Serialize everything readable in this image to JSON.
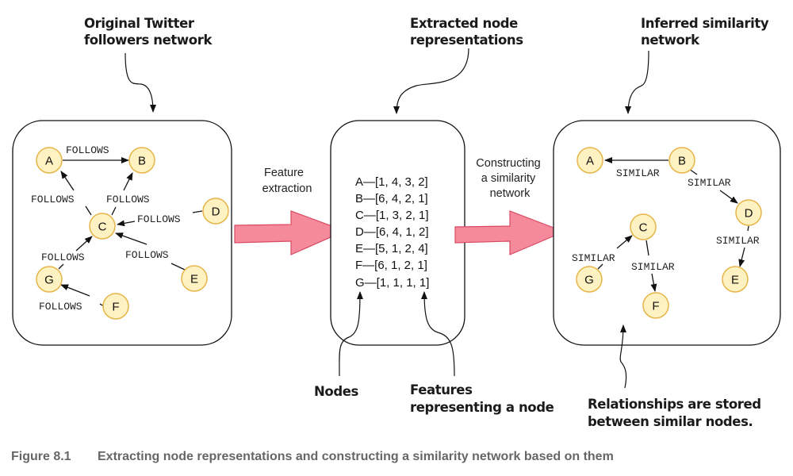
{
  "callouts": {
    "original_line1": "Original Twitter",
    "original_line2": "followers network",
    "extracted_line1": "Extracted node",
    "extracted_line2": "representations",
    "inferred_line1": "Inferred similarity",
    "inferred_line2": "network",
    "nodes": "Nodes",
    "features_line1": "Features",
    "features_line2": "representing a node",
    "relationships_line1": "Relationships are stored",
    "relationships_line2": "between similar nodes."
  },
  "steps": {
    "feature_extraction_line1": "Feature",
    "feature_extraction_line2": "extraction",
    "constructing_line1": "Constructing",
    "constructing_line2": "a similarity",
    "constructing_line3": "network"
  },
  "colors": {
    "node_fill": "#FFF2C2",
    "node_stroke": "#E6B54A",
    "arrow_fill": "#F48A9C",
    "arrow_stroke": "#D94A62",
    "caption": "#666666"
  },
  "followers_network": {
    "nodes": [
      "A",
      "B",
      "C",
      "D",
      "E",
      "F",
      "G"
    ],
    "edge_label": "FOLLOWS",
    "edges": [
      {
        "from": "A",
        "to": "B",
        "label": "FOLLOWS"
      },
      {
        "from": "C",
        "to": "A",
        "label": "FOLLOWS"
      },
      {
        "from": "C",
        "to": "B",
        "label": "FOLLOWS"
      },
      {
        "from": "D",
        "to": "C",
        "label": "FOLLOWS"
      },
      {
        "from": "E",
        "to": "C",
        "label": "FOLLOWS"
      },
      {
        "from": "G",
        "to": "C",
        "label": "FOLLOWS"
      },
      {
        "from": "F",
        "to": "G",
        "label": "FOLLOWS"
      }
    ]
  },
  "features": [
    {
      "node": "A",
      "text": "A—[1, 4, 3, 2]"
    },
    {
      "node": "B",
      "text": "B—[6, 4, 2, 1]"
    },
    {
      "node": "C",
      "text": "C—[1, 3, 2, 1]"
    },
    {
      "node": "D",
      "text": "D—[6, 4, 1, 2]"
    },
    {
      "node": "E",
      "text": "E—[5, 1, 2, 4]"
    },
    {
      "node": "F",
      "text": "F—[6, 1, 2, 1]"
    },
    {
      "node": "G",
      "text": "G—[1, 1, 1, 1]"
    }
  ],
  "similarity_network": {
    "nodes": [
      "A",
      "B",
      "C",
      "D",
      "E",
      "F",
      "G"
    ],
    "edges": [
      {
        "from": "B",
        "to": "A",
        "label": "SIMILAR"
      },
      {
        "from": "B",
        "to": "D",
        "label": "SIMILAR"
      },
      {
        "from": "D",
        "to": "E",
        "label": "SIMILAR"
      },
      {
        "from": "G",
        "to": "C",
        "label": "SIMILAR"
      },
      {
        "from": "C",
        "to": "F",
        "label": "SIMILAR"
      }
    ]
  },
  "caption": {
    "figure_number": "Figure 8.1",
    "text": "Extracting node representations and constructing a similarity network based on them"
  }
}
